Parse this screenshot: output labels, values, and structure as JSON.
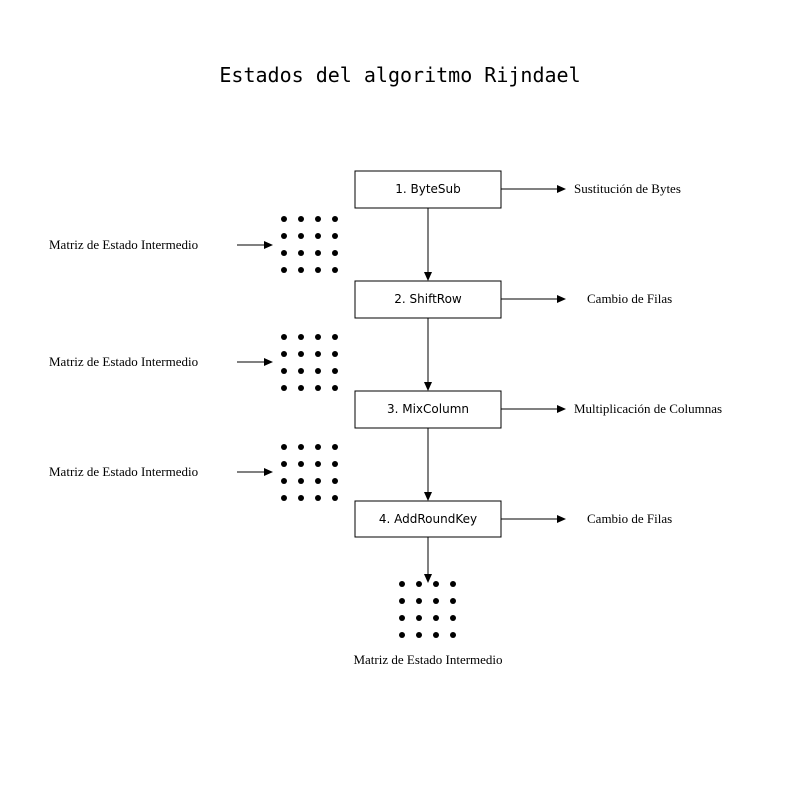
{
  "title": "Estados del algoritmo Rijndael",
  "steps": [
    {
      "label": "1. ByteSub",
      "description": "Sustitución de Bytes"
    },
    {
      "label": "2. ShiftRow",
      "description": "Cambio de Filas"
    },
    {
      "label": "3. MixColumn",
      "description": "Multiplicación de Columnas"
    },
    {
      "label": "4. AddRoundKey",
      "description": "Cambio de Filas"
    }
  ],
  "intermediate_labels": [
    "Matriz de Estado Intermedio",
    "Matriz de Estado Intermedio",
    "Matriz de Estado Intermedio",
    "Matriz de Estado Intermedio"
  ],
  "colors": {
    "ink": "#000000",
    "background": "#ffffff"
  }
}
